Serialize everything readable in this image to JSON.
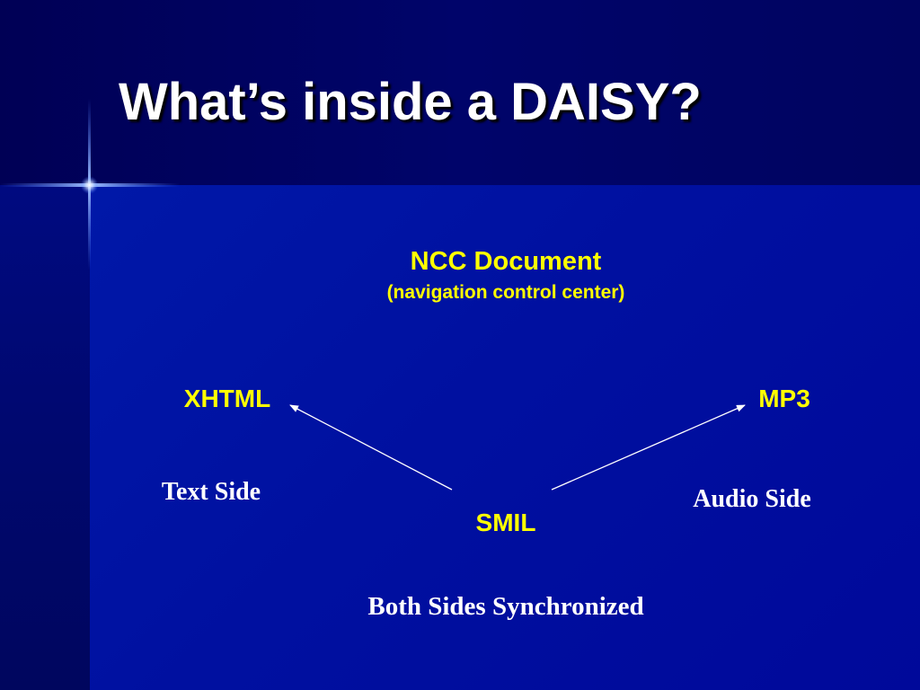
{
  "slide": {
    "title": "What’s inside a DAISY?",
    "colors": {
      "background": "#0010a0",
      "top_band": "#000460",
      "title_text": "#ffffff",
      "node_text": "#ffff00",
      "caption_text": "#ffffff",
      "arrow": "#ffffff"
    }
  },
  "diagram": {
    "ncc": {
      "title": "NCC Document",
      "subtitle": "(navigation control center)"
    },
    "nodes": {
      "xhtml": "XHTML",
      "mp3": "MP3",
      "smil": "SMIL"
    },
    "captions": {
      "text_side": "Text Side",
      "audio_side": "Audio Side",
      "both_sides": "Both Sides Synchronized"
    },
    "edges": [
      {
        "from": "SMIL",
        "to": "XHTML"
      },
      {
        "from": "SMIL",
        "to": "MP3"
      }
    ]
  }
}
